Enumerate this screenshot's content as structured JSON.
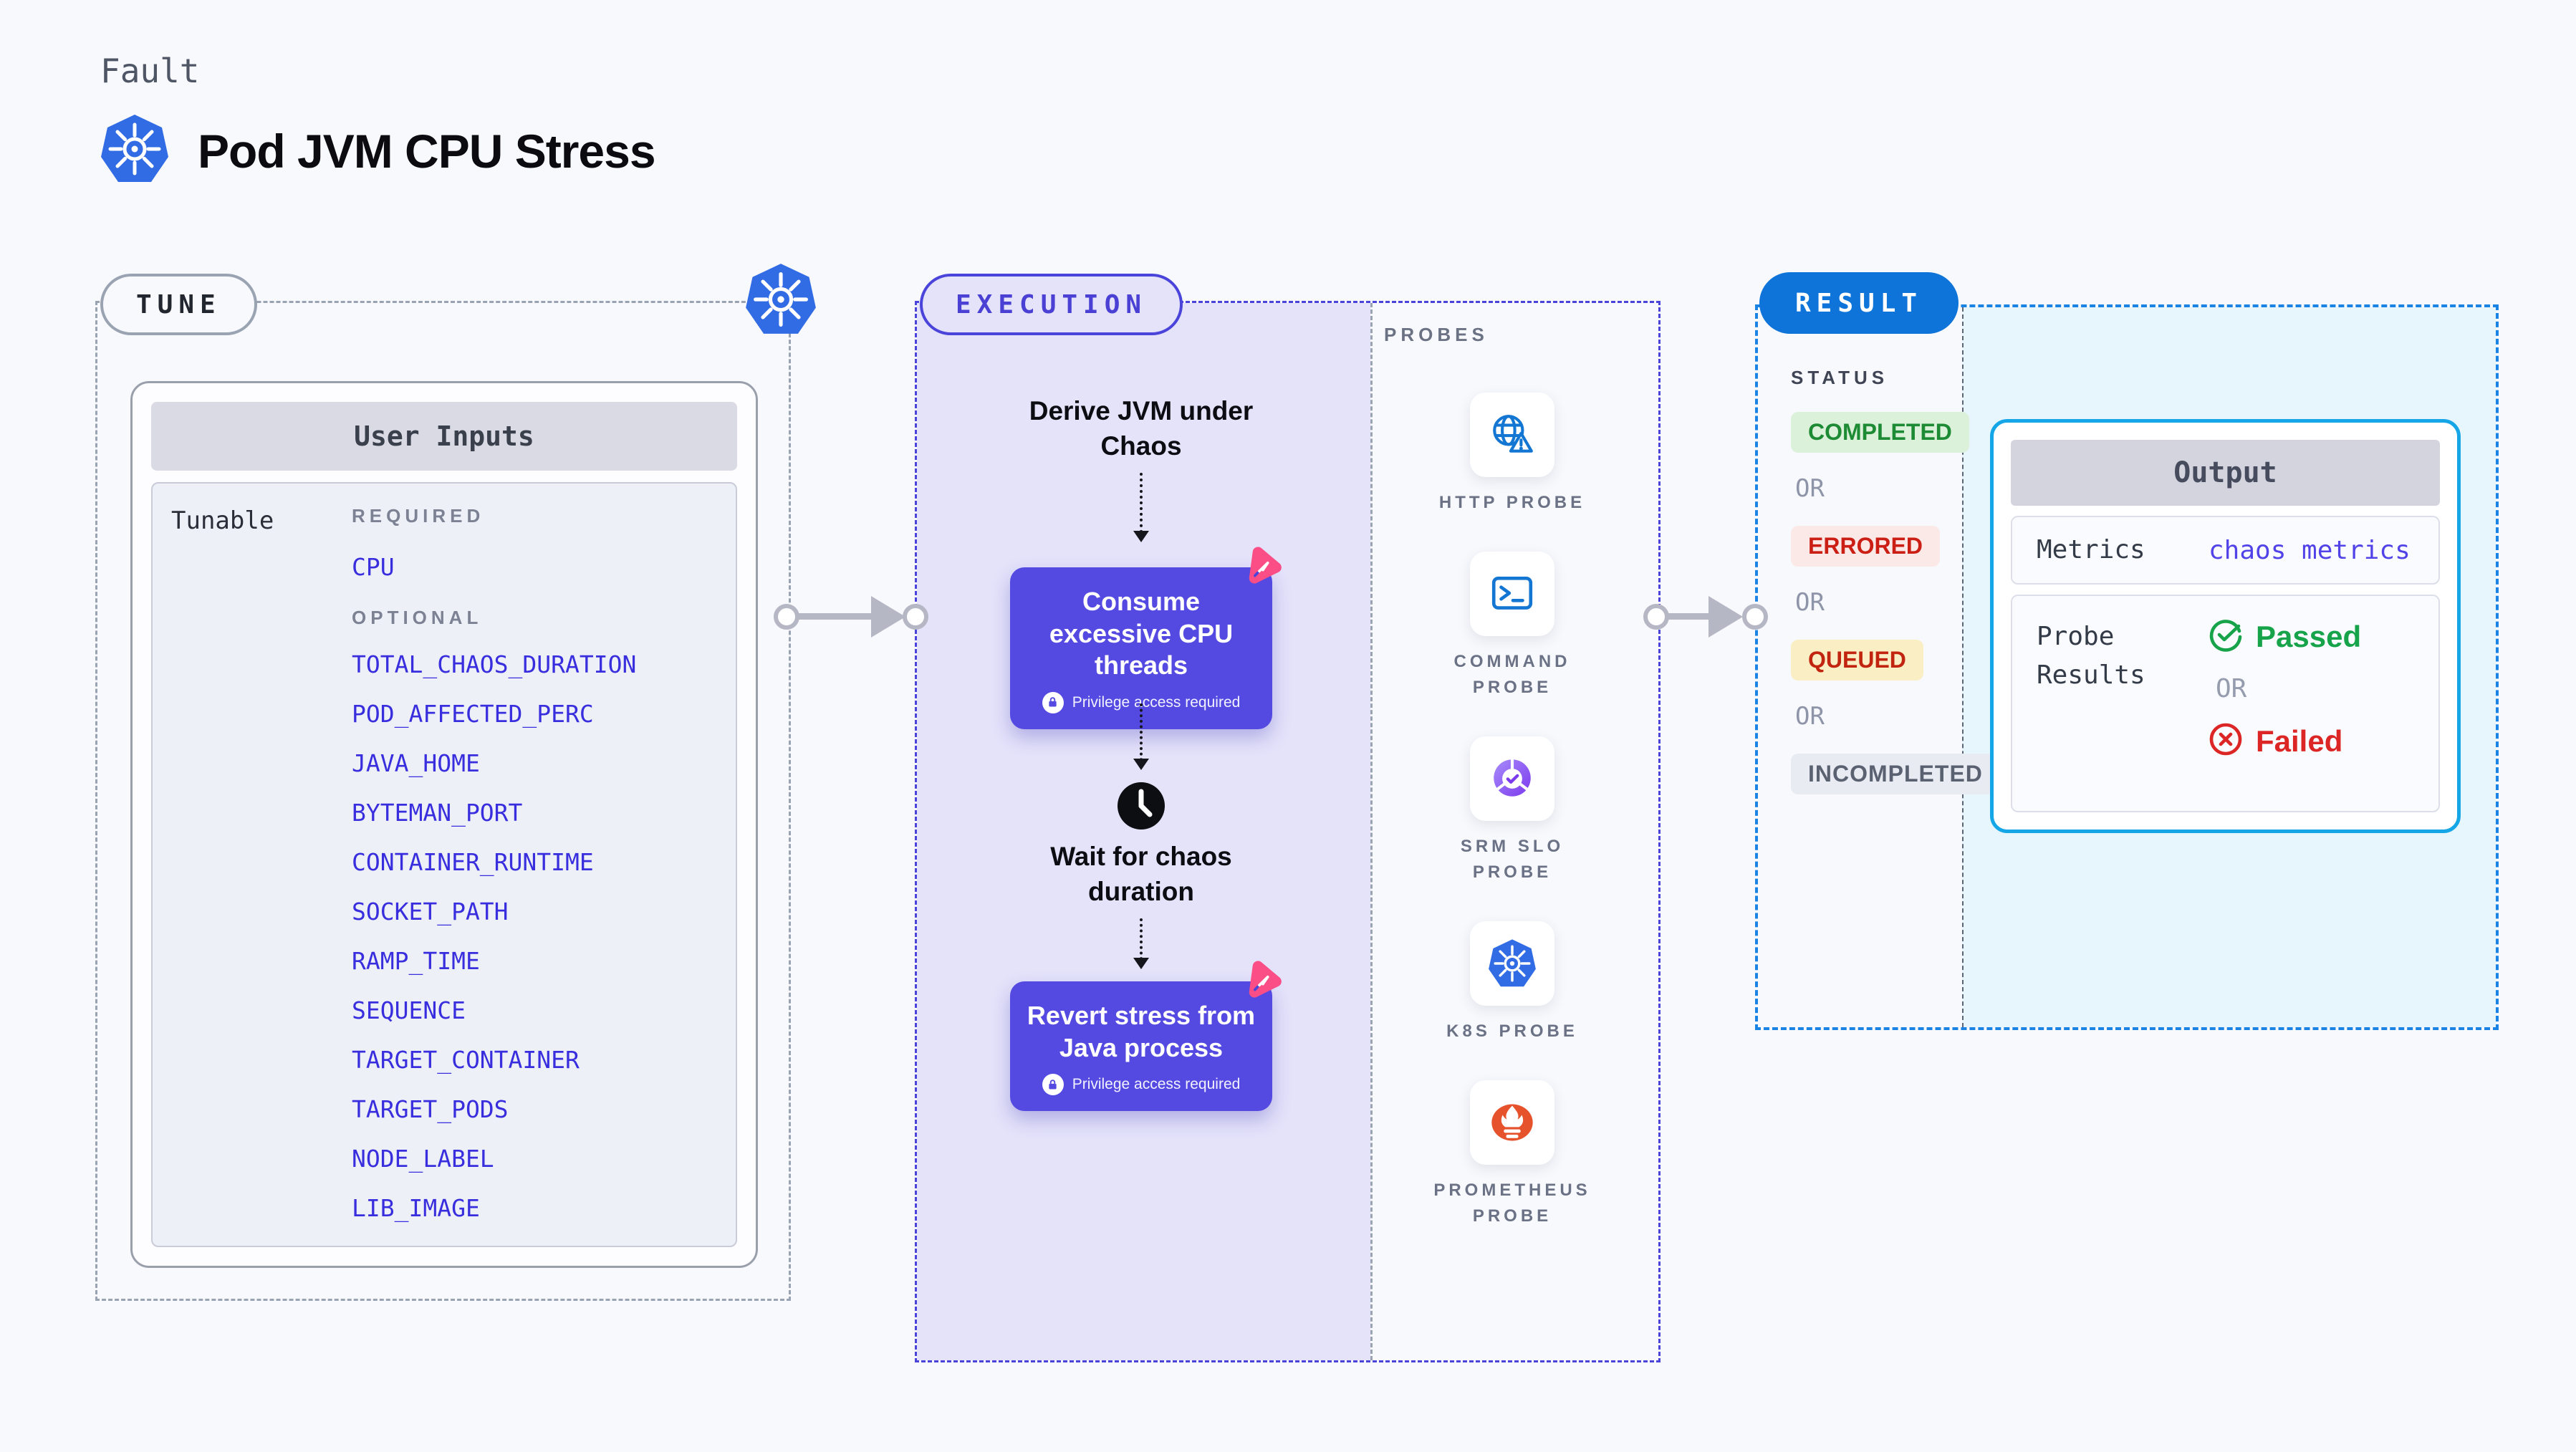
{
  "header": {
    "kicker": "Fault",
    "title": "Pod JVM CPU Stress"
  },
  "tune": {
    "badge": "TUNE",
    "panel_title": "User Inputs",
    "row_label": "Tunable",
    "required_label": "REQUIRED",
    "required_items": [
      "CPU"
    ],
    "optional_label": "OPTIONAL",
    "optional_items": [
      "TOTAL_CHAOS_DURATION",
      "POD_AFFECTED_PERC",
      "JAVA_HOME",
      "BYTEMAN_PORT",
      "CONTAINER_RUNTIME",
      "SOCKET_PATH",
      "RAMP_TIME",
      "SEQUENCE",
      "TARGET_CONTAINER",
      "TARGET_PODS",
      "NODE_LABEL",
      "LIB_IMAGE"
    ]
  },
  "execution": {
    "badge": "EXECUTION",
    "derive_label": "Derive JVM under Chaos",
    "consume_label": "Consume excessive CPU threads",
    "wait_label": "Wait for chaos duration",
    "revert_label": "Revert stress from Java process",
    "privilege_label": "Privilege access required"
  },
  "probes": {
    "heading": "PROBES",
    "items": [
      {
        "name": "HTTP PROBE",
        "icon": "globe-alert-icon"
      },
      {
        "name": "COMMAND PROBE",
        "icon": "terminal-icon"
      },
      {
        "name": "SRM SLO PROBE",
        "icon": "gauge-check-icon"
      },
      {
        "name": "K8S PROBE",
        "icon": "kubernetes-icon"
      },
      {
        "name": "PROMETHEUS PROBE",
        "icon": "prometheus-flame-icon"
      }
    ]
  },
  "result": {
    "badge": "RESULT",
    "status_heading": "STATUS",
    "or_label": "OR",
    "statuses": [
      {
        "label": "COMPLETED",
        "type": "success"
      },
      {
        "label": "ERRORED",
        "type": "error"
      },
      {
        "label": "QUEUED",
        "type": "warning"
      },
      {
        "label": "INCOMPLETED",
        "type": "neutral"
      }
    ],
    "output": {
      "title": "Output",
      "metrics_label": "Metrics",
      "metrics_value": "chaos metrics",
      "probe_results_label": "Probe Results",
      "passed_label": "Passed",
      "failed_label": "Failed",
      "or_label": "OR"
    }
  },
  "colors": {
    "page_bg": "#f8f9fd",
    "kubernetes_blue": "#326ce5",
    "execution_indigo": "#4a44da",
    "card_indigo": "#5449e1",
    "execution_panel": "#e4e3fa",
    "chaos_pink": "#fb4d86",
    "result_blue": "#0e74d9",
    "result_dashed": "#1b83e3",
    "result_panel": "#e7f5fd",
    "output_border": "#14a6e6",
    "tunable_link": "#382ede",
    "passed_green": "#16a34a",
    "failed_red": "#dc2626",
    "completed_green": "#1d8a34",
    "errored_red": "#cb1f15",
    "queued_amber_bg": "#faeec5",
    "connector_gray": "#b5b7c5",
    "prometheus_orange": "#e6522c",
    "srm_purple": "#8b5cf6"
  }
}
